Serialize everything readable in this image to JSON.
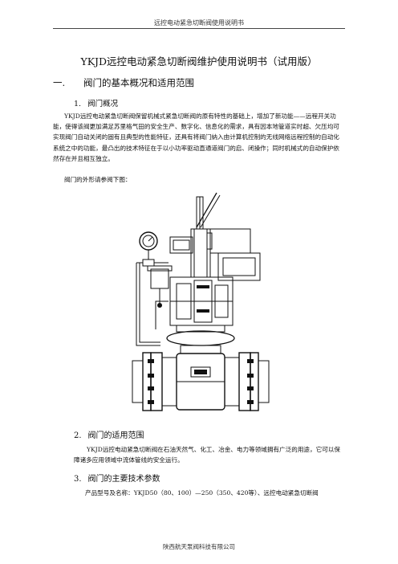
{
  "header": "远控电动紧急切断阀使用说明书",
  "title": "YKJD远控电动紧急切断阀维护使用说明书（试用版）",
  "section1": {
    "number": "一.",
    "label": "阀门的基本概况和适用范围"
  },
  "subsection1": {
    "number": "1.",
    "label": "阀门概况"
  },
  "paragraph1": "YKJD远控电动紧急切断阀保留机械式紧急切断阀的原有特性的基础上，增加了新功能——远程开关功能，使得该阀更加满足苏里格气田的安全生产、数字化、信息化的需求，具有因本地管道实时超、欠压均可实现阀门自动关闭的固有且典型的性能特征，还具有将阀门纳入由计算机控制的无线网络远程控制的自动化系统之中的功能，最凸出的技术特征在于以小功率驱动直通道阀门的启、闭操作；同时机械式的自动保护依然存在并且相互独立。",
  "paragraph1b": "阀门的外形请参阅下图：",
  "section2": {
    "number": "2.",
    "label": "阀门的适用范围"
  },
  "paragraph2": "YKJD远控电动紧急切断阀在石油天然气、化工、冶金、电力等领域拥有广泛的用途，它可以保障诸多应用领域中流体管线的安全运行。",
  "section3": {
    "number": "3.",
    "label": "阀门的主要技术参数"
  },
  "paragraph3": "产品型号及名称：YKJD50（80、100）—250（350、420等）、远控电动紧急切断阀",
  "footer": "陕西航天泵阀科技有限公司"
}
